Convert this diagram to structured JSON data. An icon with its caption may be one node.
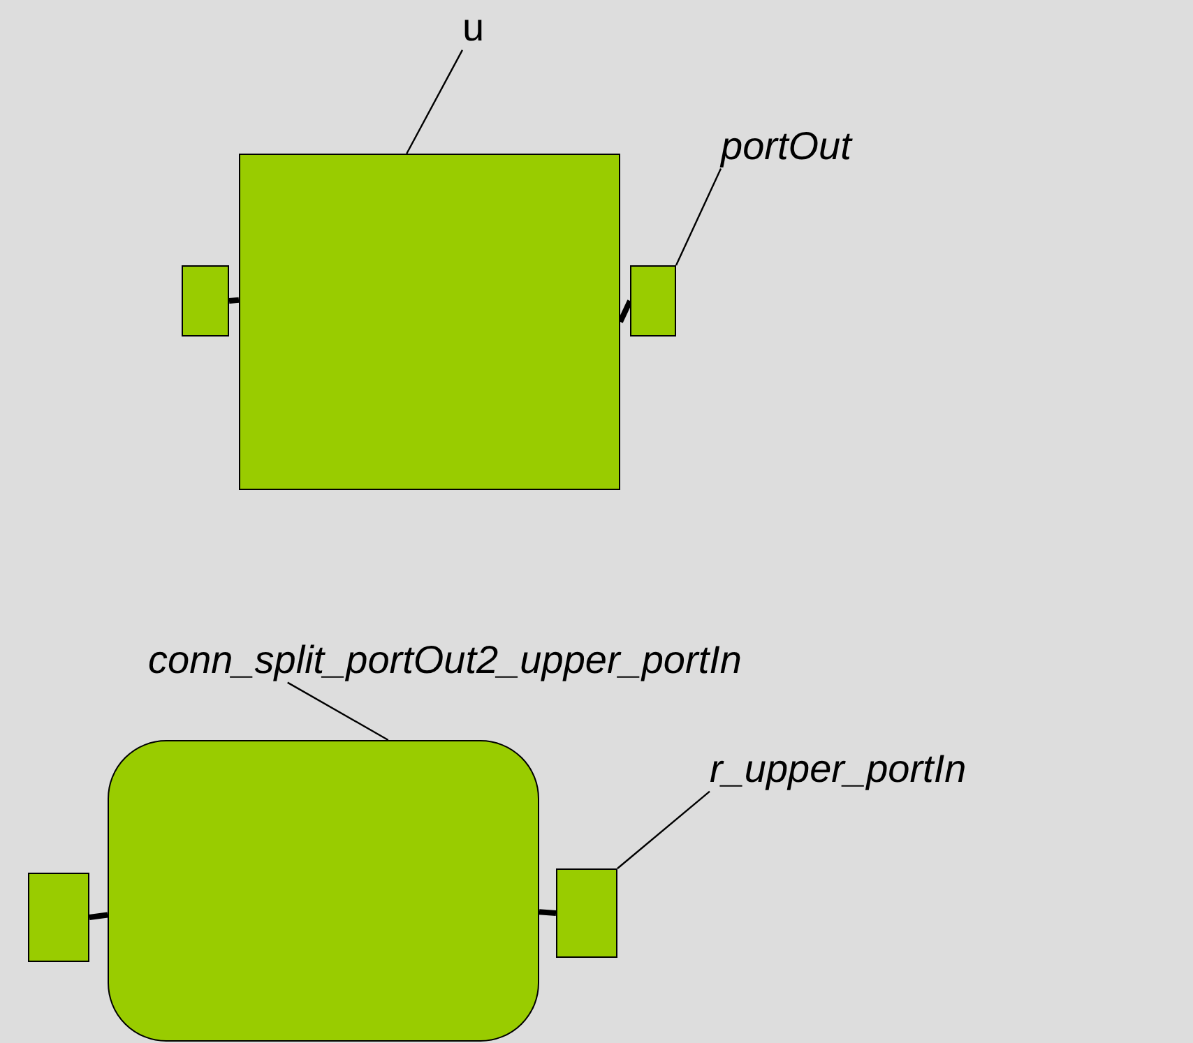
{
  "diagram": {
    "nodes": [
      {
        "text": [
          "u"
        ]
      },
      {
        "text": [],
        "shape": "box"
      },
      {
        "text": [],
        "shape": "box"
      },
      {
        "text": [],
        "shape": "box"
      },
      {
        "text": [
          "portOut"
        ]
      },
      {
        "text": [
          "conn_split_portOut2_upper_portIn"
        ]
      },
      {
        "text": [],
        "shape": "box"
      },
      {
        "text": [],
        "shape": "box"
      },
      {
        "text": [],
        "shape": "box"
      },
      {
        "text": [
          "r_upper_portIn"
        ]
      }
    ],
    "edges": [
      {
        "from": 0,
        "to": 1,
        "arrow": "none"
      },
      {
        "from": 2,
        "to": 1,
        "arrow": "none",
        "style": "thick"
      },
      {
        "from": 1,
        "to": 3,
        "arrow": "none",
        "style": "thick"
      },
      {
        "from": 4,
        "to": 3,
        "arrow": "none"
      },
      {
        "from": 5,
        "to": 6,
        "arrow": "none"
      },
      {
        "from": 7,
        "to": 6,
        "arrow": "none",
        "style": "thick"
      },
      {
        "from": 6,
        "to": 8,
        "arrow": "none",
        "style": "thick"
      },
      {
        "from": 9,
        "to": 8,
        "arrow": "none"
      }
    ]
  }
}
